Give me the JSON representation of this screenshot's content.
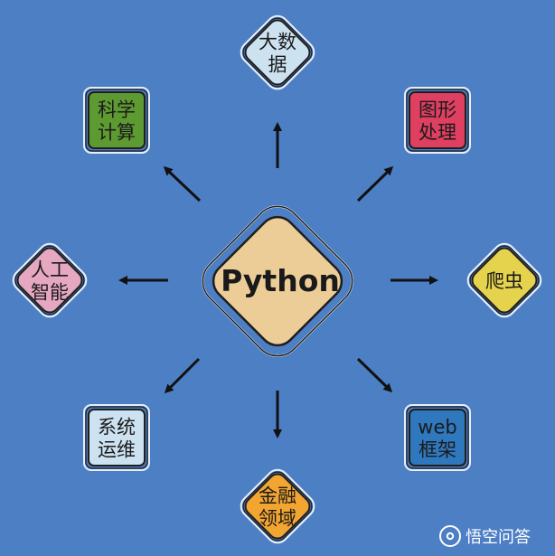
{
  "center": {
    "label": "Python",
    "fill": "#edcd97"
  },
  "nodes": [
    {
      "id": "big-data",
      "lines": [
        "大数",
        "据"
      ],
      "fill": "#cde2f0",
      "shape": "diamond"
    },
    {
      "id": "graphics",
      "lines": [
        "图形",
        "处理"
      ],
      "fill": "#df3f61",
      "shape": "square"
    },
    {
      "id": "crawler",
      "lines": [
        "爬虫"
      ],
      "fill": "#e6d34d",
      "shape": "diamond"
    },
    {
      "id": "web-framework",
      "lines": [
        "web",
        "框架"
      ],
      "fill": "#2f78bd",
      "shape": "square"
    },
    {
      "id": "finance",
      "lines": [
        "金融",
        "领域"
      ],
      "fill": "#f2a531",
      "shape": "diamond"
    },
    {
      "id": "sys-ops",
      "lines": [
        "系统",
        "运维"
      ],
      "fill": "#cde2f0",
      "shape": "square"
    },
    {
      "id": "ai",
      "lines": [
        "人工",
        "智能"
      ],
      "fill": "#e6a7c0",
      "shape": "diamond"
    },
    {
      "id": "sci-computing",
      "lines": [
        "科学",
        "计算"
      ],
      "fill": "#5e9a32",
      "shape": "square"
    }
  ],
  "watermark": {
    "text": "悟空问答"
  },
  "colors": {
    "background": "#4d7fc5",
    "stroke": "#1e1e1e",
    "outline": "#e8eef7"
  }
}
